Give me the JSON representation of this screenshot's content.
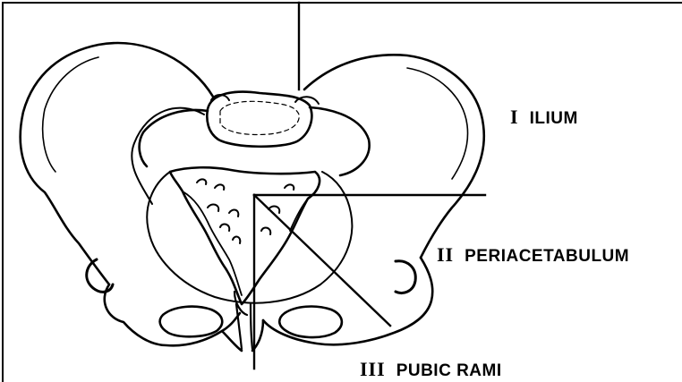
{
  "zones": [
    {
      "numeral": "I",
      "name": "ILIUM"
    },
    {
      "numeral": "II",
      "name": "PERIACETABULUM"
    },
    {
      "numeral": "III",
      "name": "PUBIC RAMI"
    }
  ]
}
